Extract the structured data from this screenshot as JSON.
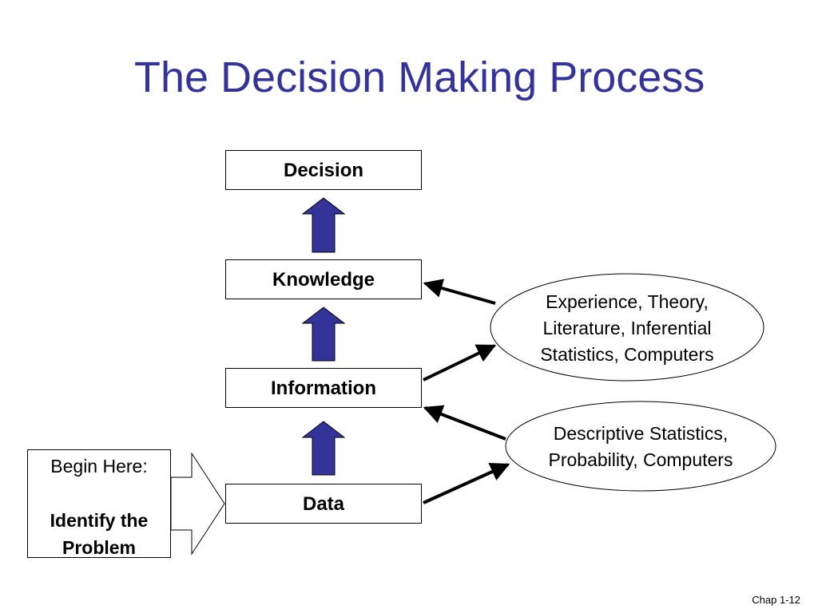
{
  "title": "The Decision Making Process",
  "boxes": {
    "decision": "Decision",
    "knowledge": "Knowledge",
    "information": "Information",
    "data": "Data"
  },
  "ovals": {
    "knowledge_sources": [
      "Experience, Theory,",
      "Literature, Inferential",
      "Statistics, Computers"
    ],
    "information_sources": [
      "Descriptive Statistics,",
      "Probability, Computers"
    ]
  },
  "begin": {
    "line1": "Begin Here:",
    "line2": "Identify the",
    "line3": "Problem"
  },
  "footer": "Chap 1-12",
  "colors": {
    "title": "#333399",
    "up_arrow_fill": "#333399"
  }
}
